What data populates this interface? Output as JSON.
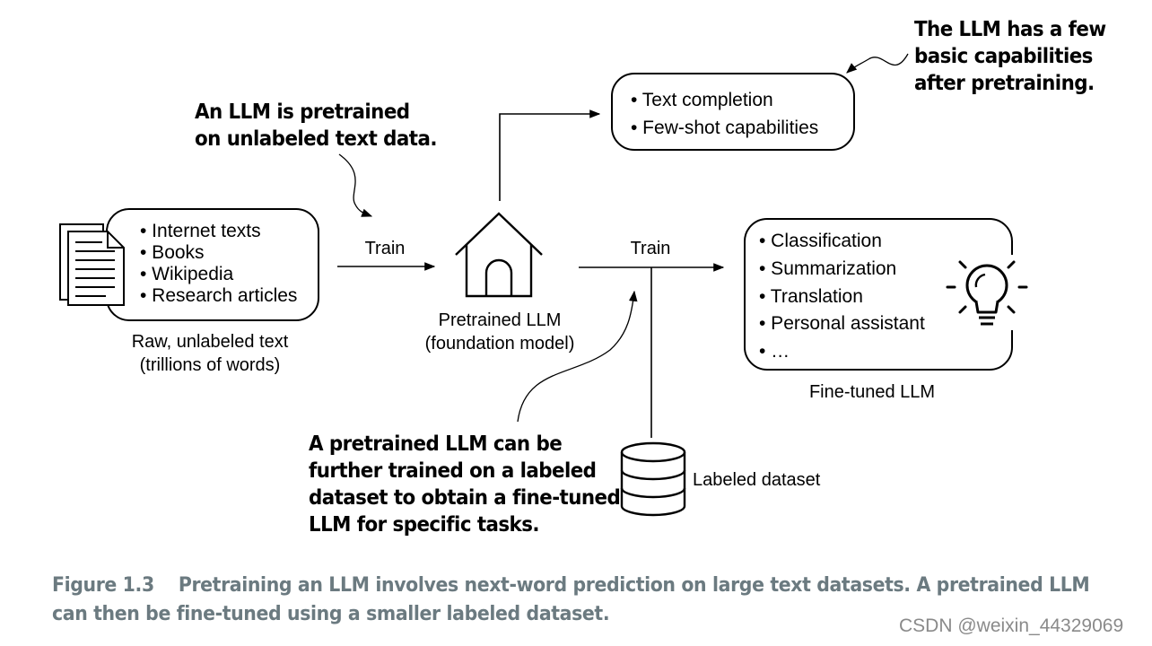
{
  "annotations": {
    "pretrain_note": [
      "An LLM is pretrained",
      "on unlabeled text data."
    ],
    "capabilities_note": [
      "The LLM has a few",
      "basic capabilities",
      "after pretraining."
    ],
    "finetune_note": [
      "A pretrained LLM can be",
      "further trained on a labeled",
      "dataset to obtain a fine-tuned",
      "LLM for specific tasks."
    ]
  },
  "raw_text": {
    "items": [
      "• Internet texts",
      "• Books",
      "• Wikipedia",
      "• Research articles"
    ],
    "label": [
      "Raw, unlabeled text",
      "(trillions of words)"
    ]
  },
  "train_label_1": "Train",
  "train_label_2": "Train",
  "pretrained": {
    "label": [
      "Pretrained LLM",
      "(foundation model)"
    ]
  },
  "capabilities": {
    "items": [
      "• Text completion",
      "• Few-shot capabilities"
    ]
  },
  "finetuned": {
    "items": [
      "• Classification",
      "• Summarization",
      "• Translation",
      "• Personal assistant",
      "• …"
    ],
    "label": "Fine-tuned LLM"
  },
  "dataset": {
    "label": "Labeled dataset"
  },
  "caption": {
    "line1": "Figure 1.3    Pretraining an LLM involves next-word prediction on large text datasets. A pretrained LLM",
    "line2": "can then be fine-tuned using a smaller labeled dataset."
  },
  "watermark": "CSDN @weixin_44329069",
  "icons": [
    "document-stack-icon",
    "house-icon",
    "lightbulb-icon",
    "database-icon"
  ]
}
